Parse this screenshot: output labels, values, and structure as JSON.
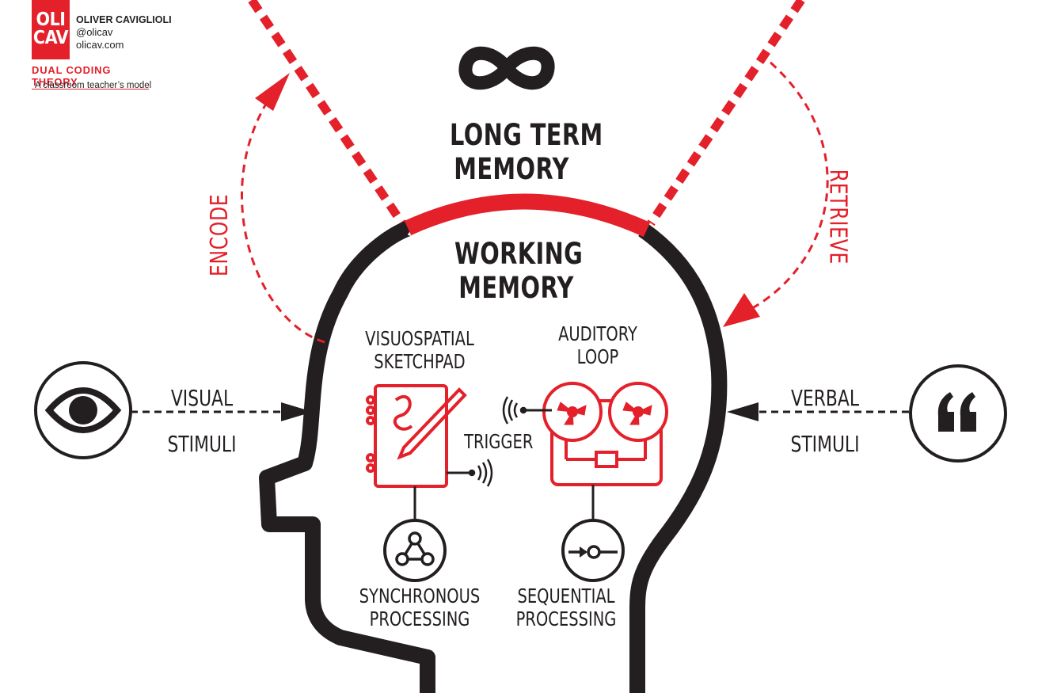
{
  "brand": {
    "logo_lines": [
      "OLI",
      "CAV"
    ],
    "author": "OLIVER CAVIGLIOLI",
    "handle": "@olicav",
    "website": "olicav.com",
    "title": "DUAL CODING THEORY",
    "subtitle": "A classroom teacher’s model"
  },
  "labels": {
    "long_term_memory": [
      "LONG TERM",
      "MEMORY"
    ],
    "working_memory": [
      "WORKING",
      "MEMORY"
    ],
    "encode": "ENCODE",
    "retrieve": "RETRIEVE",
    "visual_stimuli": [
      "VISUAL",
      "STIMULI"
    ],
    "verbal_stimuli": [
      "VERBAL",
      "STIMULI"
    ],
    "visuospatial_sketchpad": [
      "VISUOSPATIAL",
      "SKETCHPAD"
    ],
    "auditory_loop": [
      "AUDITORY",
      "LOOP"
    ],
    "trigger": "TRIGGER",
    "synchronous_processing": [
      "SYNCHRONOUS",
      "PROCESSING"
    ],
    "sequential_processing": [
      "SEQUENTIAL",
      "PROCESSING"
    ]
  },
  "colors": {
    "accent": "#e4202a",
    "ink": "#231f20",
    "background": "#ffffff"
  },
  "icons": [
    "infinity-icon",
    "eye-icon",
    "quote-icon",
    "notebook-pencil-icon",
    "reel-to-reel-icon",
    "network-icon",
    "sequence-arrow-icon",
    "sound-waves-icon"
  ]
}
